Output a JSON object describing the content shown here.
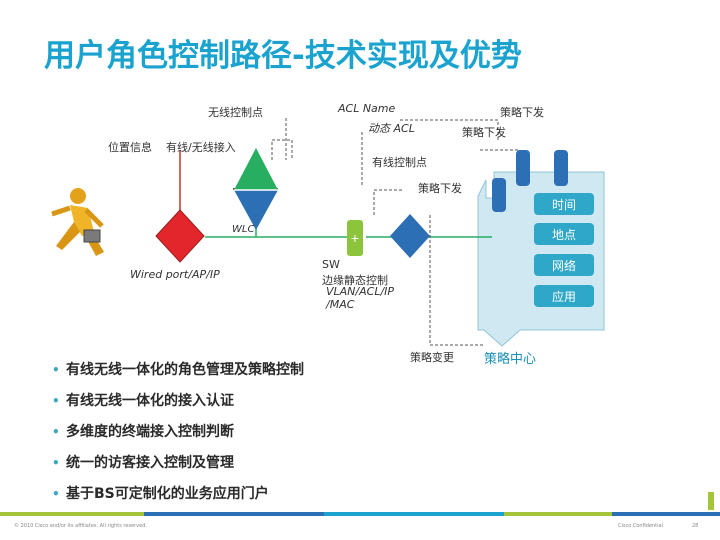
{
  "title": "用户角色控制路径-技术实现及优势",
  "labels": {
    "wireless_ctrl": "无线控制点",
    "acl_name": "ACL Name",
    "policy_push_1": "策略下发",
    "dynamic_acl": "动态 ACL",
    "policy_push_2": "策略下发",
    "location": "位置信息",
    "access": "有线/无线接入",
    "wired_ctrl": "有线控制点",
    "policy_push_3": "策略下发",
    "wlc": "WLC",
    "wired_port": "Wired port/AP/IP",
    "sw": "SW",
    "sw_desc1": "边缘静态控制",
    "sw_desc2": "VLAN/ACL/IP",
    "sw_desc3": "/MAC",
    "policy_change": "策略变更",
    "policy_center": "策略中心"
  },
  "attributes": [
    "时间",
    "地点",
    "网络",
    "应用"
  ],
  "bullets": [
    "有线无线一体化的角色管理及策略控制",
    "有线无线一体化的接入认证",
    "多维度的终端接入控制判断",
    "统一的访客接入控制及管理",
    "基于BS可定制化的业务应用门户"
  ],
  "footer": {
    "copyright": "© 2010 Cisco and/or its affiliates. All rights reserved.",
    "confidential": "Cisco Confidential",
    "page": "28"
  },
  "colors": {
    "title": "#1aa3cf",
    "accent": "#2fa7c9",
    "wired_path": "#c0392b",
    "green_path": "#27ae60",
    "stripe_lime": "#a6c43a",
    "stripe_blue": "#2c6fb5"
  }
}
